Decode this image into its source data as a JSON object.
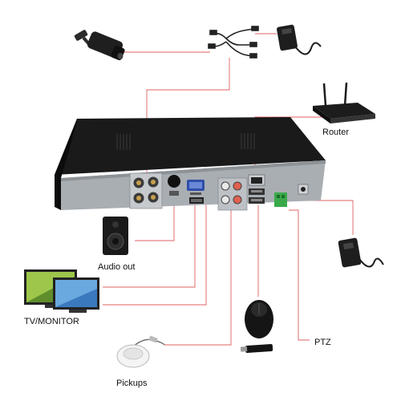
{
  "labels": {
    "router": "Router",
    "audio_out": "Audio out",
    "tv_monitor": "TV/MONITOR",
    "ptz": "PTZ",
    "pickups": "Pickups"
  },
  "colors": {
    "connector_line": "#e06060",
    "dvr_body": "#1a1a1a",
    "dvr_panel": "#a9aeb3"
  },
  "icons": [
    "cctv-camera-icon",
    "splitter-cable-icon",
    "power-adapter-icon",
    "router-icon",
    "dvr-recorder-icon",
    "speaker-icon",
    "monitor-icon",
    "mouse-icon",
    "usb-drive-icon",
    "microphone-pickup-icon"
  ]
}
